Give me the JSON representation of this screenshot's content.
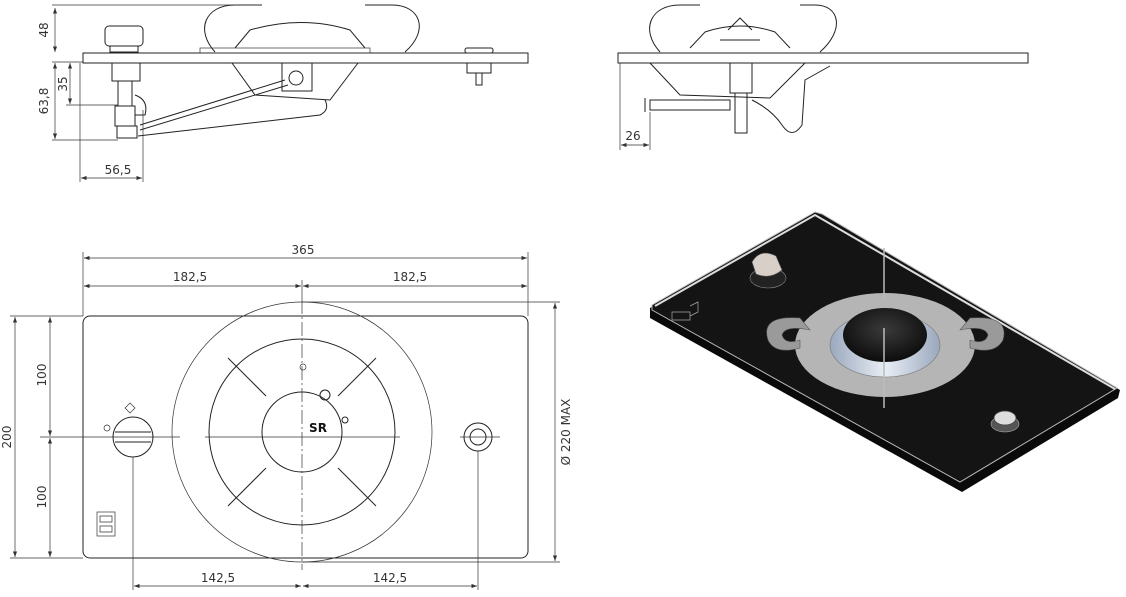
{
  "title": "Single gas burner hob technical drawing",
  "side_view_left": {
    "dims": {
      "height_above": "48",
      "depth_valve": "35",
      "depth_total": "63,8",
      "offset_x": "56,5"
    }
  },
  "side_view_right": {
    "dims": {
      "offset": "26"
    }
  },
  "plan_view": {
    "dims": {
      "width_total": "365",
      "half_left": "182,5",
      "half_right": "182,5",
      "height_total": "200",
      "half_top": "100",
      "half_bottom": "100",
      "knob_to_center": "142,5",
      "center_to_igniter": "142,5",
      "pan_diameter": "Ø 220 MAX"
    },
    "burner_label": "SR"
  },
  "colors": {
    "line": "#222222",
    "glass": "#111111",
    "pan_support": "#b5b5b5",
    "burner_ring": "#c8d2e0"
  }
}
